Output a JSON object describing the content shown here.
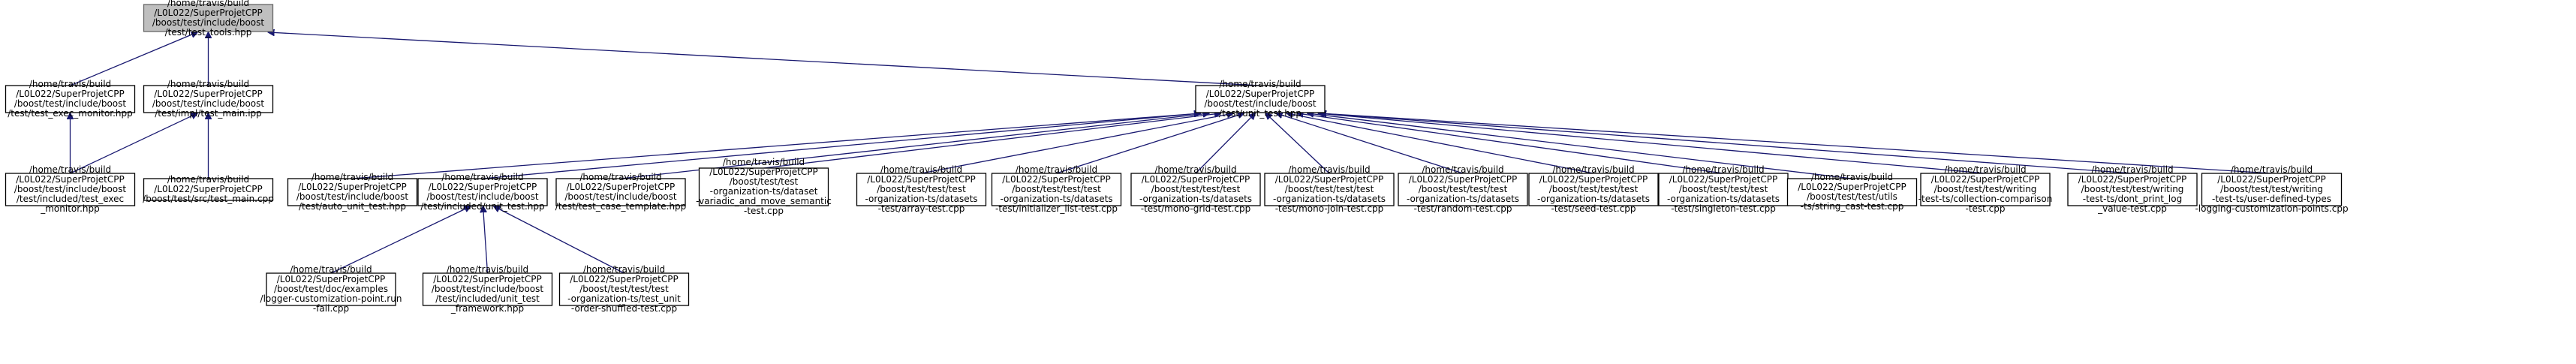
{
  "graph": {
    "title": "",
    "colors": {
      "edge": "#191970",
      "root_fill": "#bfbfbf",
      "node_fill": "#ffffff"
    },
    "nodes": [
      {
        "id": "test_tools",
        "root": true,
        "lines": [
          "/home/travis/build",
          "/L0L022/SuperProjetCPP",
          "/boost/test/include/boost",
          "/test/test_tools.hpp"
        ]
      },
      {
        "id": "test_exec_monitor",
        "lines": [
          "/home/travis/build",
          "/L0L022/SuperProjetCPP",
          "/boost/test/include/boost",
          "/test/test_exec_monitor.hpp"
        ]
      },
      {
        "id": "impl_test_main",
        "lines": [
          "/home/travis/build",
          "/L0L022/SuperProjetCPP",
          "/boost/test/include/boost",
          "/test/impl/test_main.ipp"
        ]
      },
      {
        "id": "unit_test",
        "lines": [
          "/home/travis/build",
          "/L0L022/SuperProjetCPP",
          "/boost/test/include/boost",
          "/test/unit_test.hpp"
        ]
      },
      {
        "id": "included_test_exec_monitor",
        "lines": [
          "/home/travis/build",
          "/L0L022/SuperProjetCPP",
          "/boost/test/include/boost",
          "/test/included/test_exec",
          "_monitor.hpp"
        ]
      },
      {
        "id": "src_test_main",
        "lines": [
          "/home/travis/build",
          "/L0L022/SuperProjetCPP",
          "/boost/test/src/test_main.cpp"
        ]
      },
      {
        "id": "auto_unit_test",
        "lines": [
          "/home/travis/build",
          "/L0L022/SuperProjetCPP",
          "/boost/test/include/boost",
          "/test/auto_unit_test.hpp"
        ]
      },
      {
        "id": "included_unit_test",
        "lines": [
          "/home/travis/build",
          "/L0L022/SuperProjetCPP",
          "/boost/test/include/boost",
          "/test/included/unit_test.hpp"
        ]
      },
      {
        "id": "test_case_template",
        "lines": [
          "/home/travis/build",
          "/L0L022/SuperProjetCPP",
          "/boost/test/include/boost",
          "/test/test_case_template.hpp"
        ]
      },
      {
        "id": "variadic_and_move_semantic",
        "lines": [
          "/home/travis/build",
          "/L0L022/SuperProjetCPP",
          "/boost/test/test",
          "-organization-ts/dataset",
          "-variadic_and_move_semantic",
          "-test.cpp"
        ]
      },
      {
        "id": "array_test",
        "lines": [
          "/home/travis/build",
          "/L0L022/SuperProjetCPP",
          "/boost/test/test/test",
          "-organization-ts/datasets",
          "-test/array-test.cpp"
        ]
      },
      {
        "id": "initializer_list_test",
        "lines": [
          "/home/travis/build",
          "/L0L022/SuperProjetCPP",
          "/boost/test/test/test",
          "-organization-ts/datasets",
          "-test/initializer_list-test.cpp"
        ]
      },
      {
        "id": "mono_grid_test",
        "lines": [
          "/home/travis/build",
          "/L0L022/SuperProjetCPP",
          "/boost/test/test/test",
          "-organization-ts/datasets",
          "-test/mono-grid-test.cpp"
        ]
      },
      {
        "id": "mono_join_test",
        "lines": [
          "/home/travis/build",
          "/L0L022/SuperProjetCPP",
          "/boost/test/test/test",
          "-organization-ts/datasets",
          "-test/mono-join-test.cpp"
        ]
      },
      {
        "id": "random_test",
        "lines": [
          "/home/travis/build",
          "/L0L022/SuperProjetCPP",
          "/boost/test/test/test",
          "-organization-ts/datasets",
          "-test/random-test.cpp"
        ]
      },
      {
        "id": "seed_test",
        "lines": [
          "/home/travis/build",
          "/L0L022/SuperProjetCPP",
          "/boost/test/test/test",
          "-organization-ts/datasets",
          "-test/seed-test.cpp"
        ]
      },
      {
        "id": "singleton_test",
        "lines": [
          "/home/travis/build",
          "/L0L022/SuperProjetCPP",
          "/boost/test/test/test",
          "-organization-ts/datasets",
          "-test/singleton-test.cpp"
        ]
      },
      {
        "id": "string_cast_test",
        "lines": [
          "/home/travis/build",
          "/L0L022/SuperProjetCPP",
          "/boost/test/test/utils",
          "-ts/string_cast-test.cpp"
        ]
      },
      {
        "id": "collection_comparison_test",
        "lines": [
          "/home/travis/build",
          "/L0L022/SuperProjetCPP",
          "/boost/test/test/writing",
          "-test-ts/collection-comparison",
          "-test.cpp"
        ]
      },
      {
        "id": "dont_print_log_value_test",
        "lines": [
          "/home/travis/build",
          "/L0L022/SuperProjetCPP",
          "/boost/test/test/writing",
          "-test-ts/dont_print_log",
          "_value-test.cpp"
        ]
      },
      {
        "id": "logging_customization_points",
        "lines": [
          "/home/travis/build",
          "/L0L022/SuperProjetCPP",
          "/boost/test/test/writing",
          "-test-ts/user-defined-types",
          "-logging-customization-points.cpp"
        ]
      },
      {
        "id": "logger_customization_point_run_fail",
        "lines": [
          "/home/travis/build",
          "/L0L022/SuperProjetCPP",
          "/boost/test/doc/examples",
          "/logger-customization-point.run",
          "-fail.cpp"
        ]
      },
      {
        "id": "included_unit_test_framework",
        "lines": [
          "/home/travis/build",
          "/L0L022/SuperProjetCPP",
          "/boost/test/include/boost",
          "/test/included/unit_test",
          "_framework.hpp"
        ]
      },
      {
        "id": "order_shuffled_test",
        "lines": [
          "/home/travis/build",
          "/L0L022/SuperProjetCPP",
          "/boost/test/test/test",
          "-organization-ts/test_unit",
          "-order-shuffled-test.cpp"
        ]
      }
    ],
    "edges": [
      {
        "from": "test_exec_monitor",
        "to": "test_tools"
      },
      {
        "from": "impl_test_main",
        "to": "test_tools"
      },
      {
        "from": "unit_test",
        "to": "test_tools"
      },
      {
        "from": "included_test_exec_monitor",
        "to": "test_exec_monitor"
      },
      {
        "from": "included_test_exec_monitor",
        "to": "impl_test_main"
      },
      {
        "from": "src_test_main",
        "to": "impl_test_main"
      },
      {
        "from": "auto_unit_test",
        "to": "unit_test"
      },
      {
        "from": "included_unit_test",
        "to": "unit_test"
      },
      {
        "from": "test_case_template",
        "to": "unit_test"
      },
      {
        "from": "variadic_and_move_semantic",
        "to": "unit_test"
      },
      {
        "from": "array_test",
        "to": "unit_test"
      },
      {
        "from": "initializer_list_test",
        "to": "unit_test"
      },
      {
        "from": "mono_grid_test",
        "to": "unit_test"
      },
      {
        "from": "mono_join_test",
        "to": "unit_test"
      },
      {
        "from": "random_test",
        "to": "unit_test"
      },
      {
        "from": "seed_test",
        "to": "unit_test"
      },
      {
        "from": "singleton_test",
        "to": "unit_test"
      },
      {
        "from": "string_cast_test",
        "to": "unit_test"
      },
      {
        "from": "collection_comparison_test",
        "to": "unit_test"
      },
      {
        "from": "dont_print_log_value_test",
        "to": "unit_test"
      },
      {
        "from": "logging_customization_points",
        "to": "unit_test"
      },
      {
        "from": "logger_customization_point_run_fail",
        "to": "included_unit_test"
      },
      {
        "from": "included_unit_test_framework",
        "to": "included_unit_test"
      },
      {
        "from": "order_shuffled_test",
        "to": "included_unit_test"
      }
    ]
  }
}
